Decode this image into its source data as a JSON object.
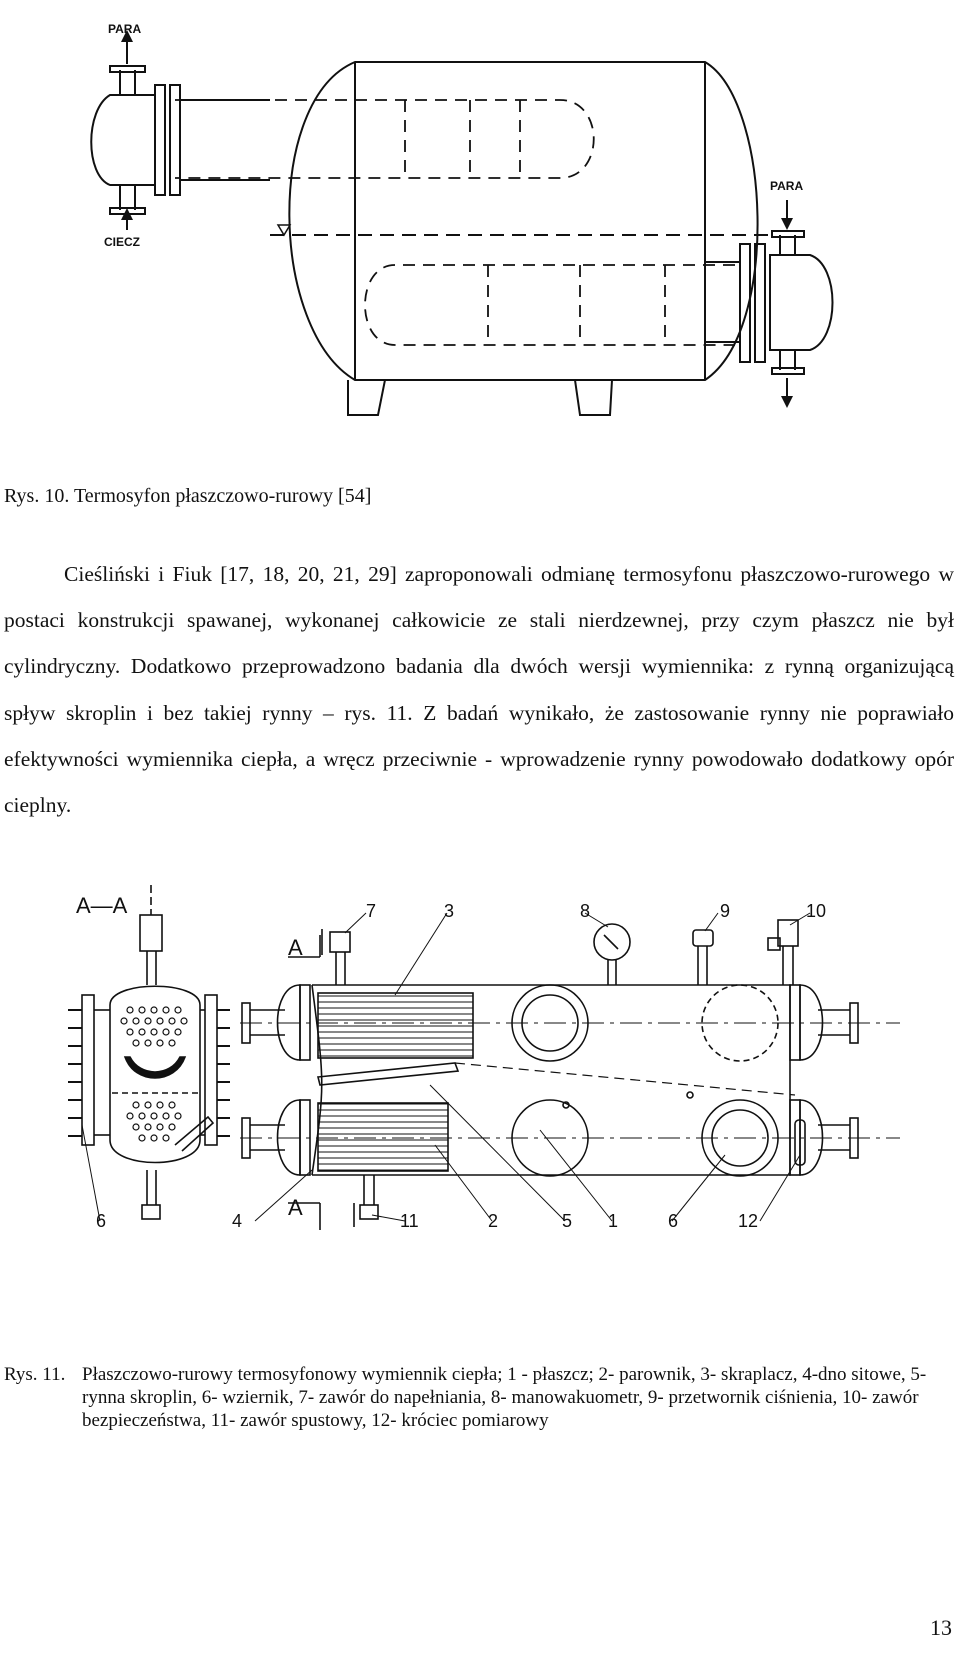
{
  "figure1": {
    "labels": {
      "para_top": "PARA",
      "liquid": "CIECZ",
      "para_right": "PARA"
    },
    "caption": "Rys. 10. Termosyfon płaszczowo-rurowy [54]"
  },
  "paragraph": "Cieśliński i Fiuk [17, 18, 20, 21, 29] zaproponowali odmianę termosyfonu płaszczowo-rurowego w postaci konstrukcji spawanej, wykonanej całkowicie ze stali nierdzewnej, przy czym płaszcz nie był cylindryczny. Dodatkowo przeprowadzono badania dla dwóch wersji wymiennika: z rynną organizującą spływ skroplin i bez takiej rynny – rys. 11. Z badań wynikało, że zastosowanie rynny nie poprawiało efektywności wymiennika ciepła, a wręcz przeciwnie - wprowadzenie rynny powodowało dodatkowy opór cieplny.",
  "figure2": {
    "section_label": "A—A",
    "section_mark_top": "A",
    "section_mark_bottom": "A",
    "callouts": {
      "n7": "7",
      "n3": "3",
      "n8": "8",
      "n9": "9",
      "n10": "10",
      "n6a": "6",
      "n4": "4",
      "n11": "11",
      "n2": "2",
      "n5": "5",
      "n1": "1",
      "n6b": "6",
      "n12": "12"
    },
    "caption_label": "Rys. 11.",
    "caption_text": "Płaszczowo-rurowy termosyfonowy wymiennik ciepła; 1 - płaszcz; 2- parownik, 3- skraplacz, 4-dno sitowe, 5- rynna skroplin, 6- wziernik, 7- zawór do napełniania, 8- manowakuometr, 9- przetwornik ciśnienia, 10- zawór bezpieczeństwa, 11- zawór spustowy, 12- króciec pomiarowy"
  },
  "page_number": "13"
}
